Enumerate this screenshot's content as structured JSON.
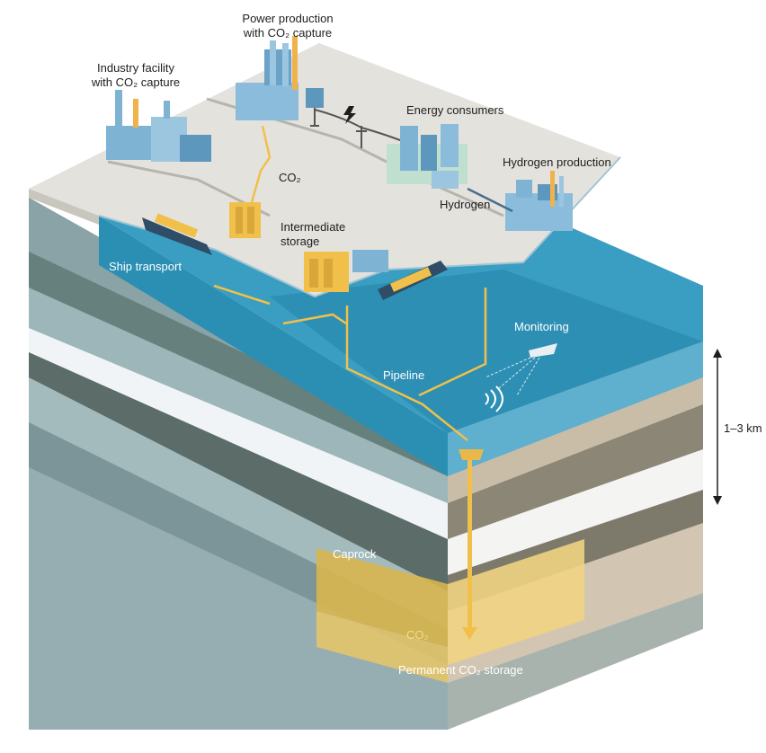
{
  "labels": {
    "industry_line1": "Industry facility",
    "industry_line2": "with CO₂ capture",
    "power_line1": "Power production",
    "power_line2": "with CO₂ capture",
    "energy_consumers": "Energy consumers",
    "hydrogen_production": "Hydrogen production",
    "hydrogen": "Hydrogen",
    "co2_pipe": "CO₂",
    "intermediate_line1": "Intermediate",
    "intermediate_line2": "storage",
    "ship_transport": "Ship transport",
    "monitoring": "Monitoring",
    "pipeline": "Pipeline",
    "depth": "1–3 km",
    "caprock": "Caprock",
    "co2_reservoir": "CO₂",
    "permanent_storage": "Permanent CO₂ storage"
  },
  "colors": {
    "ground": "#e4e2dd",
    "sea_front": "#2b8fb4",
    "sea_right": "#5fb0cf",
    "co2_line": "#f0c04a",
    "caprock_fill": "#e0b74a",
    "storage_fill": "#f3d27a"
  }
}
